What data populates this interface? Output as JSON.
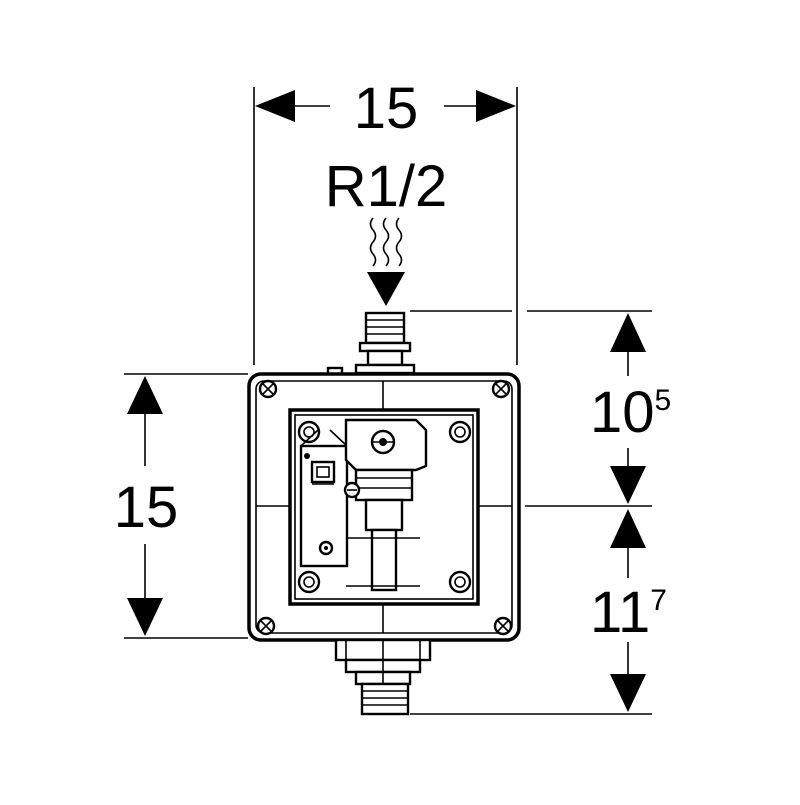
{
  "dimensions": {
    "top_width": "15",
    "connection_thread": "R1/2",
    "left_height": "15",
    "upper_offset_main": "10",
    "upper_offset_sup": "5",
    "lower_offset_main": "11",
    "lower_offset_sup": "7"
  },
  "icons": {
    "water_flow": "wavy-lines-icon",
    "flow_direction": "arrow-down-icon",
    "screw": "screw-icon"
  }
}
